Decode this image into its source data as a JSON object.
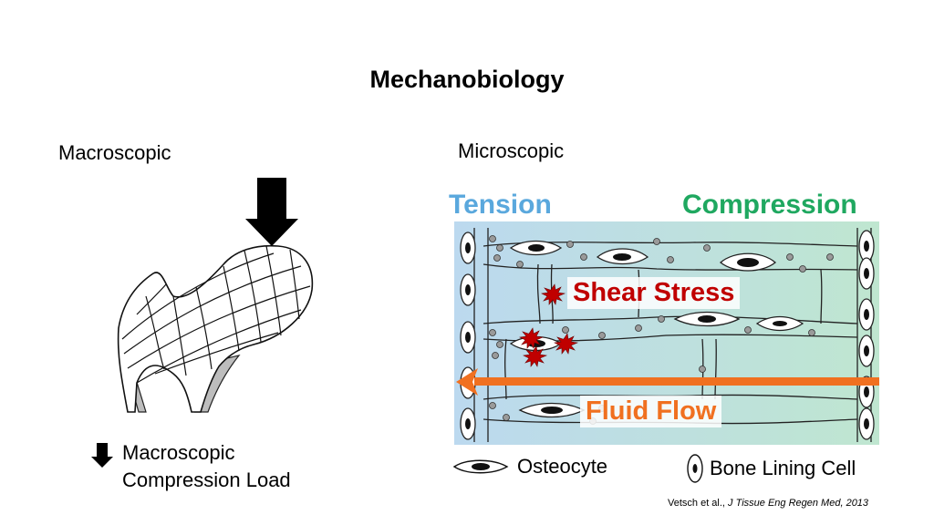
{
  "title": "Mechanobiology",
  "macro": {
    "heading": "Macroscopic",
    "legend_line1": "Macroscopic",
    "legend_line2": "Compression Load"
  },
  "micro": {
    "heading": "Microscopic",
    "tension": "Tension",
    "compression": "Compression",
    "shear": "Shear Stress",
    "fluid": "Fluid Flow",
    "legend_osteocyte": "Osteocyte",
    "legend_lining": "Bone Lining Cell"
  },
  "citation": {
    "authors": "Vetsch et al., ",
    "journal": "J Tissue Eng Regen Med, 2013"
  },
  "colors": {
    "tension": "#5aa8dd",
    "compression": "#1fa860",
    "shear": "#c00000",
    "fluid": "#f07020"
  }
}
